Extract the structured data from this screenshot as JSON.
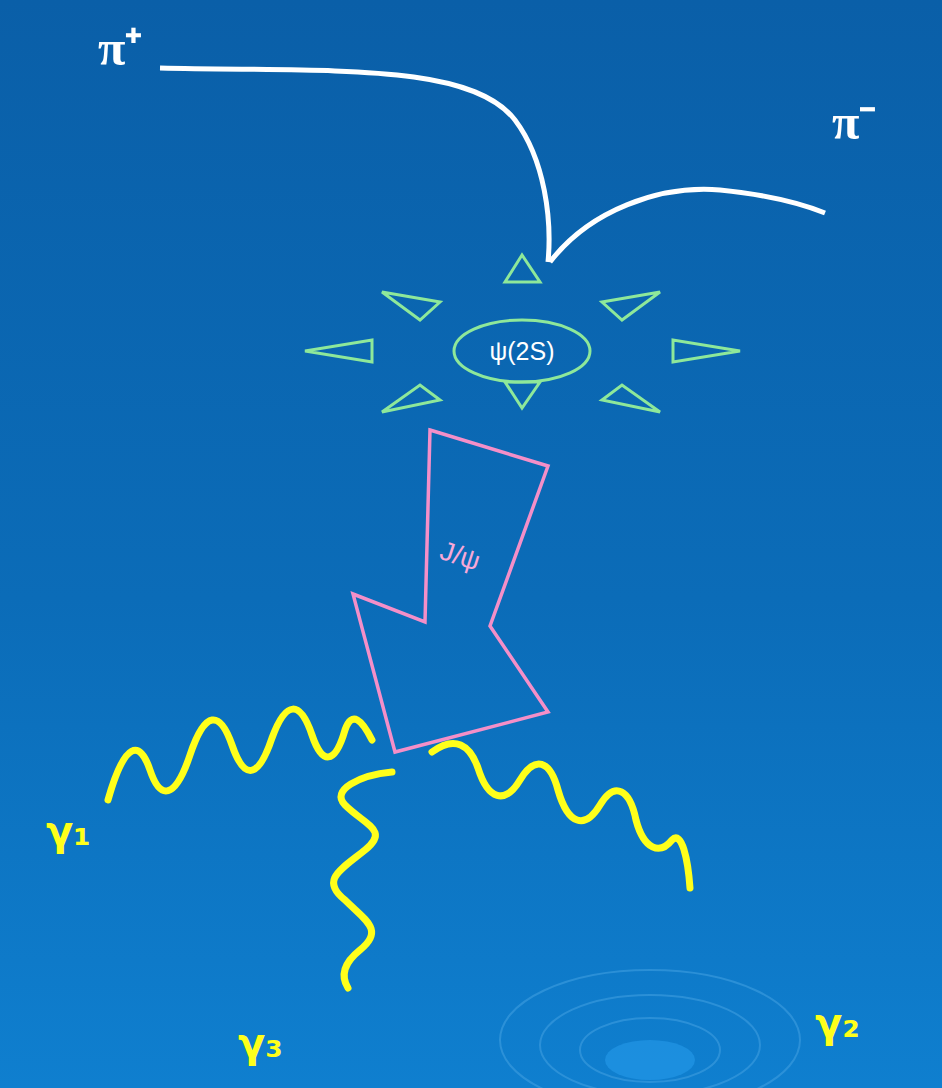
{
  "diagram": {
    "nodes": [
      {
        "text": [
          "ψ(2S)"
        ]
      },
      {
        "text": [
          "J/ψ"
        ]
      }
    ],
    "labels": [
      "π⁺",
      "π⁻",
      "γ₁",
      "γ₂",
      "γ₃"
    ]
  }
}
